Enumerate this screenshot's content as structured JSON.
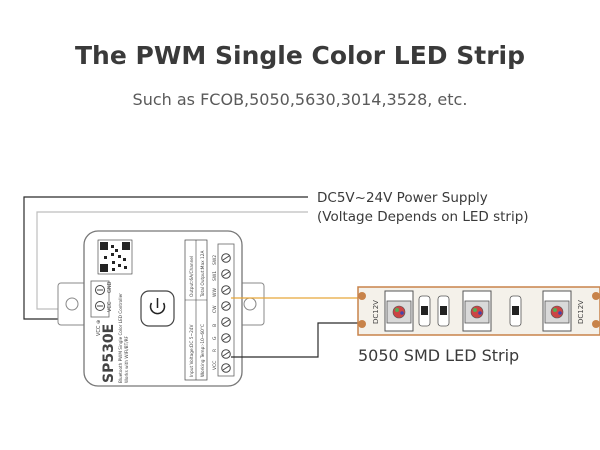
{
  "header": {
    "title": "The PWM Single Color LED Strip",
    "subtitle": "Such as FCOB,5050,5630,3014,3528, etc."
  },
  "labels": {
    "power_supply_line1": "DC5V~24V Power Supply",
    "power_supply_line2": "(Voltage Depends on LED strip)",
    "led_strip": "5050 SMD LED Strip"
  },
  "controller": {
    "model": "SP530E",
    "description": "Bluetooth PWM Single Color LED Controller",
    "works_with": "Works with WIFI/BT/RF",
    "spec_input": "Input Voltage:DC 5~24V",
    "spec_output": "Output:6A/Channel",
    "spec_temp": "Working Temp:-10~60°C",
    "spec_total": "Total Output:Max 12A",
    "terminals_top": [
      "GND",
      "VCC"
    ],
    "terminals_right": [
      "SW2",
      "SW1",
      "WW",
      "CW",
      "B",
      "G",
      "R",
      "VCC"
    ]
  },
  "strip": {
    "segment_label": "DC12V"
  },
  "colors": {
    "wire_dark": "#2b2b2b",
    "wire_gray": "#bdbdbd",
    "wire_orange": "#e8a63a",
    "strip_copper": "#c8834a",
    "strip_pcb": "#f4f1ea"
  }
}
